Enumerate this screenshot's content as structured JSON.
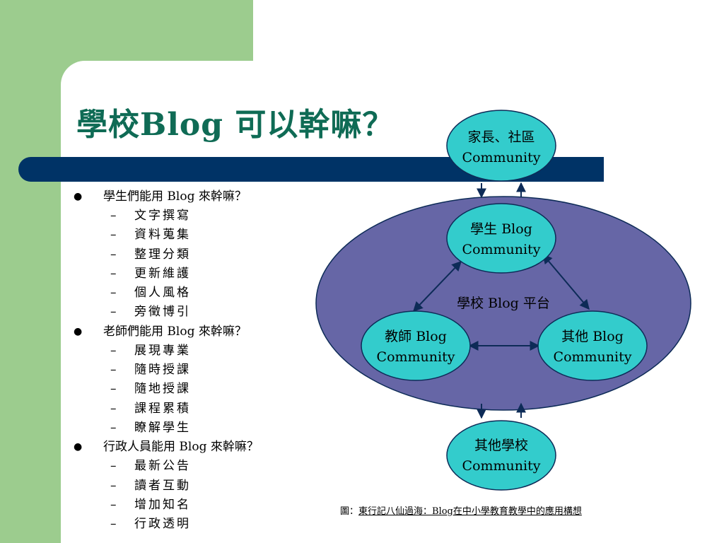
{
  "slide": {
    "title": "學校Blog 可以幹嘛？",
    "colors": {
      "green": "#9ccc8e",
      "navy": "#003366",
      "title": "#0f6b55",
      "platform": "#6666a6",
      "node": "#33cccc"
    }
  },
  "outline": [
    {
      "text": "學生們能用 Blog 來幹嘛？",
      "items": [
        "文字撰寫",
        "資料蒐集",
        "整理分類",
        "更新維護",
        "個人風格",
        "旁徵博引"
      ]
    },
    {
      "text": "老師們能用 Blog 來幹嘛？",
      "items": [
        "展現專業",
        "隨時授課",
        "隨地授課",
        "課程累積",
        "瞭解學生"
      ]
    },
    {
      "text": "行政人員能用 Blog 來幹嘛？",
      "items": [
        "最新公告",
        "讀者互動",
        "增加知名",
        "行政透明"
      ]
    }
  ],
  "diagram": {
    "platform_label": "學校 Blog 平台",
    "nodes": {
      "parents": {
        "line1": "家長、社區",
        "line2": "Community"
      },
      "students": {
        "line1": "學生 Blog",
        "line2": "Community"
      },
      "teachers": {
        "line1": "教師 Blog",
        "line2": "Community"
      },
      "others": {
        "line1": "其他 Blog",
        "line2": "Community"
      },
      "other_schools": {
        "line1": "其他學校",
        "line2": "Community"
      }
    }
  },
  "caption": {
    "prefix": "圖：",
    "link": "東行記八仙過海：Blog在中小學教育教學中的應用構想"
  }
}
